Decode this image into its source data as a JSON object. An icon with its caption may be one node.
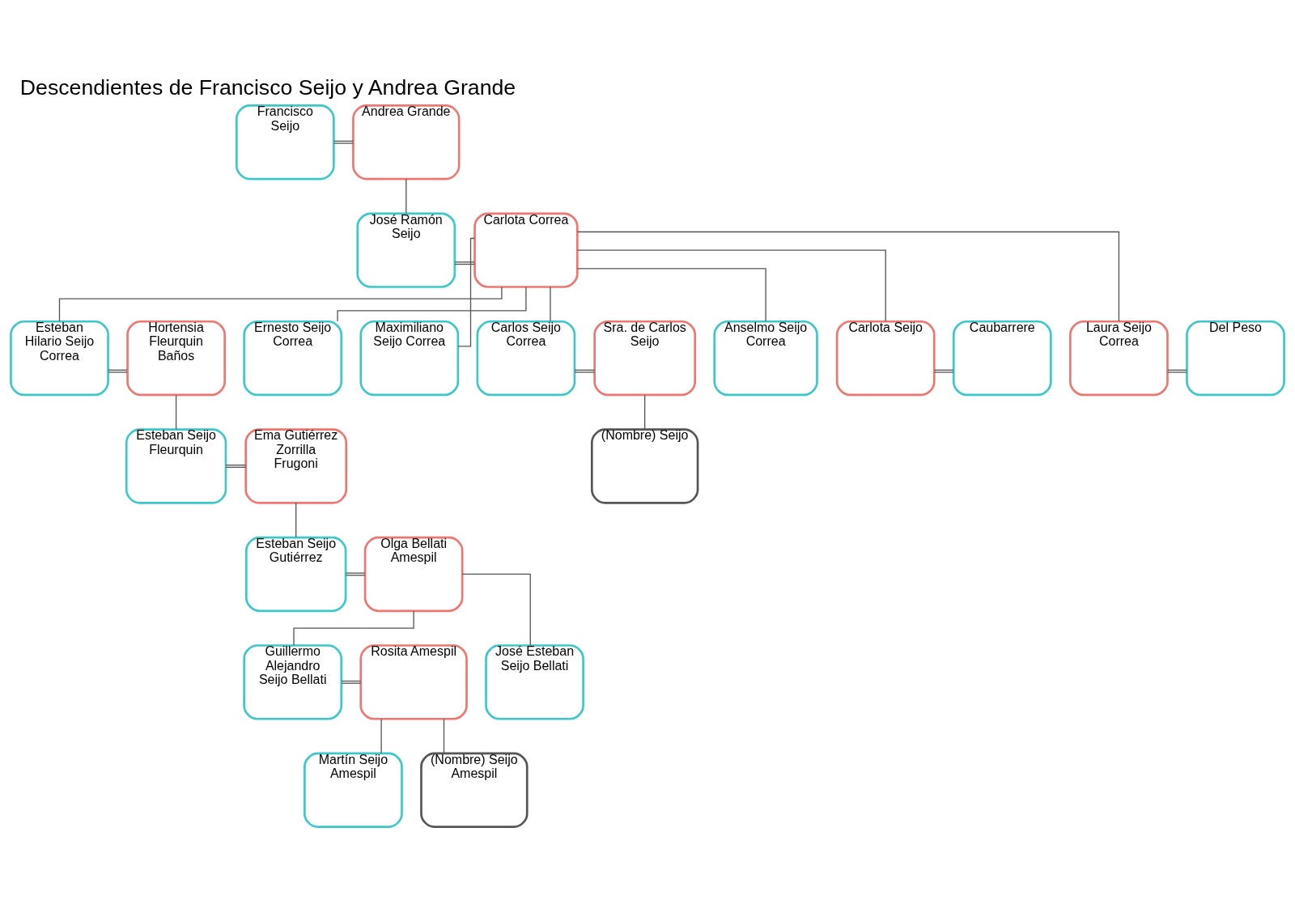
{
  "diagram": {
    "title": "Descendientes de Francisco Seijo y Andrea Grande",
    "nodes": [
      {
        "text": [
          "Francisco Seijo"
        ]
      },
      {
        "text": [
          "Andrea Grande"
        ]
      },
      {
        "text": [
          "José Ramón Seijo"
        ]
      },
      {
        "text": [
          "Carlota Correa"
        ]
      },
      {
        "text": [
          "Esteban Hilario Seijo Correa"
        ]
      },
      {
        "text": [
          "Hortensia Fleurquin Baños"
        ]
      },
      {
        "text": [
          "Ernesto Seijo Correa"
        ]
      },
      {
        "text": [
          "Maximiliano Seijo Correa"
        ]
      },
      {
        "text": [
          "Carlos Seijo Correa"
        ]
      },
      {
        "text": [
          "Sra. de Carlos Seijo"
        ]
      },
      {
        "text": [
          "Anselmo Seijo Correa"
        ]
      },
      {
        "text": [
          "Carlota Seijo"
        ]
      },
      {
        "text": [
          "Caubarrere"
        ]
      },
      {
        "text": [
          "Laura Seijo Correa"
        ]
      },
      {
        "text": [
          "Del Peso"
        ]
      },
      {
        "text": [
          "Esteban Seijo Fleurquin"
        ]
      },
      {
        "text": [
          "Ema Gutiérrez Zorrilla Frugoni"
        ]
      },
      {
        "text": [
          "(Nombre) Seijo"
        ]
      },
      {
        "text": [
          "Esteban Seijo Gutiérrez"
        ]
      },
      {
        "text": [
          "Olga Bellati Amespil"
        ]
      },
      {
        "text": [
          "Guillermo Alejandro Seijo Bellati"
        ]
      },
      {
        "text": [
          "Rosita Amespil"
        ]
      },
      {
        "text": [
          "José Esteban Seijo Bellati"
        ]
      },
      {
        "text": [
          "Martín Seijo Amespil"
        ]
      },
      {
        "text": [
          "(Nombre) Seijo Amespil"
        ]
      }
    ],
    "edges": [
      {
        "from": 0,
        "to": 1,
        "arrow": "none"
      },
      {
        "from": 1,
        "to": 2,
        "arrow": "none"
      },
      {
        "from": 2,
        "to": 3,
        "arrow": "none"
      },
      {
        "from": 3,
        "to": 4,
        "arrow": "none"
      },
      {
        "from": 3,
        "to": 6,
        "arrow": "none"
      },
      {
        "from": 3,
        "to": 7,
        "arrow": "none"
      },
      {
        "from": 3,
        "to": 8,
        "arrow": "none"
      },
      {
        "from": 3,
        "to": 10,
        "arrow": "none"
      },
      {
        "from": 3,
        "to": 11,
        "arrow": "none"
      },
      {
        "from": 3,
        "to": 13,
        "arrow": "none"
      },
      {
        "from": 4,
        "to": 5,
        "arrow": "none"
      },
      {
        "from": 8,
        "to": 9,
        "arrow": "none"
      },
      {
        "from": 11,
        "to": 12,
        "arrow": "none"
      },
      {
        "from": 13,
        "to": 14,
        "arrow": "none"
      },
      {
        "from": 5,
        "to": 15,
        "arrow": "none"
      },
      {
        "from": 9,
        "to": 17,
        "arrow": "none"
      },
      {
        "from": 15,
        "to": 16,
        "arrow": "none"
      },
      {
        "from": 16,
        "to": 18,
        "arrow": "none"
      },
      {
        "from": 18,
        "to": 19,
        "arrow": "none"
      },
      {
        "from": 19,
        "to": 20,
        "arrow": "none"
      },
      {
        "from": 19,
        "to": 22,
        "arrow": "none"
      },
      {
        "from": 20,
        "to": 21,
        "arrow": "none"
      },
      {
        "from": 21,
        "to": 23,
        "arrow": "none"
      },
      {
        "from": 21,
        "to": 24,
        "arrow": "none"
      }
    ]
  }
}
